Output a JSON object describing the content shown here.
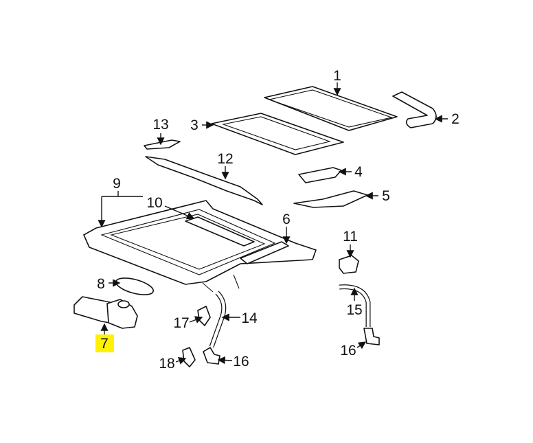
{
  "diagram": {
    "highlight_color": "#fff200",
    "callouts": [
      {
        "id": "1",
        "label": "1"
      },
      {
        "id": "2",
        "label": "2"
      },
      {
        "id": "3",
        "label": "3"
      },
      {
        "id": "4",
        "label": "4"
      },
      {
        "id": "5",
        "label": "5"
      },
      {
        "id": "6",
        "label": "6"
      },
      {
        "id": "7",
        "label": "7",
        "highlighted": true
      },
      {
        "id": "8",
        "label": "8"
      },
      {
        "id": "9",
        "label": "9"
      },
      {
        "id": "10",
        "label": "10"
      },
      {
        "id": "11",
        "label": "11"
      },
      {
        "id": "12",
        "label": "12"
      },
      {
        "id": "13",
        "label": "13"
      },
      {
        "id": "14",
        "label": "14"
      },
      {
        "id": "15",
        "label": "15"
      },
      {
        "id": "16a",
        "label": "16"
      },
      {
        "id": "16b",
        "label": "16"
      },
      {
        "id": "17",
        "label": "17"
      },
      {
        "id": "18",
        "label": "18"
      }
    ]
  }
}
